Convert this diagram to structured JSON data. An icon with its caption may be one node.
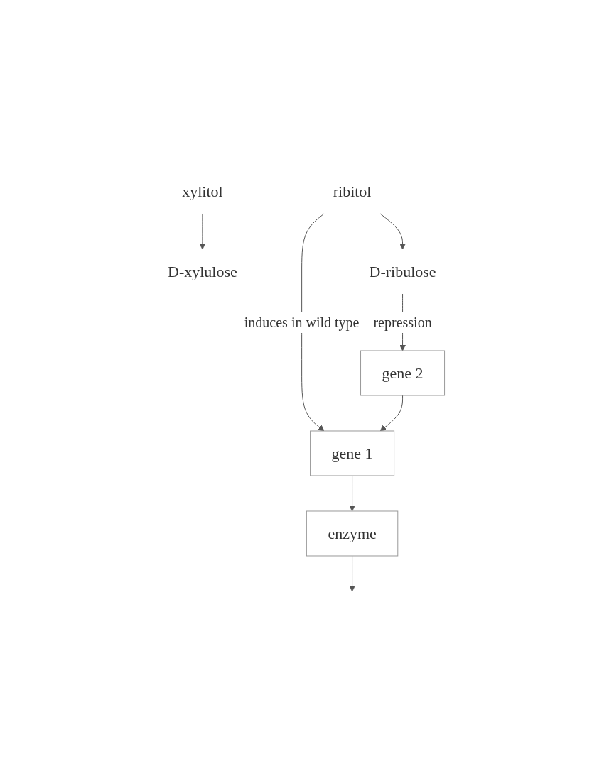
{
  "diagram": {
    "nodes": [
      {
        "text": [
          "xylitol"
        ]
      },
      {
        "text": [
          "D-xylulose"
        ]
      },
      {
        "text": [
          "ribitol"
        ]
      },
      {
        "text": [
          "D-ribulose"
        ]
      },
      {
        "text": [
          "enzyme"
        ]
      },
      {
        "text": [
          "gene 1"
        ]
      },
      {
        "text": [
          "gene 2"
        ]
      }
    ],
    "edges": [
      {
        "from": 0,
        "to": 1,
        "arrow": "to"
      },
      {
        "from": 2,
        "to": 3,
        "arrow": "to"
      },
      {
        "from": 4,
        "to": null,
        "arrow": "to"
      },
      {
        "from": 5,
        "to": 4,
        "arrow": "to"
      },
      {
        "from": 2,
        "to": 5,
        "arrow": "to",
        "label": "induces in wild type"
      },
      {
        "from": 3,
        "to": 6,
        "arrow": "to",
        "label": "repression"
      },
      {
        "from": 6,
        "to": 5,
        "arrow": "to"
      }
    ]
  }
}
